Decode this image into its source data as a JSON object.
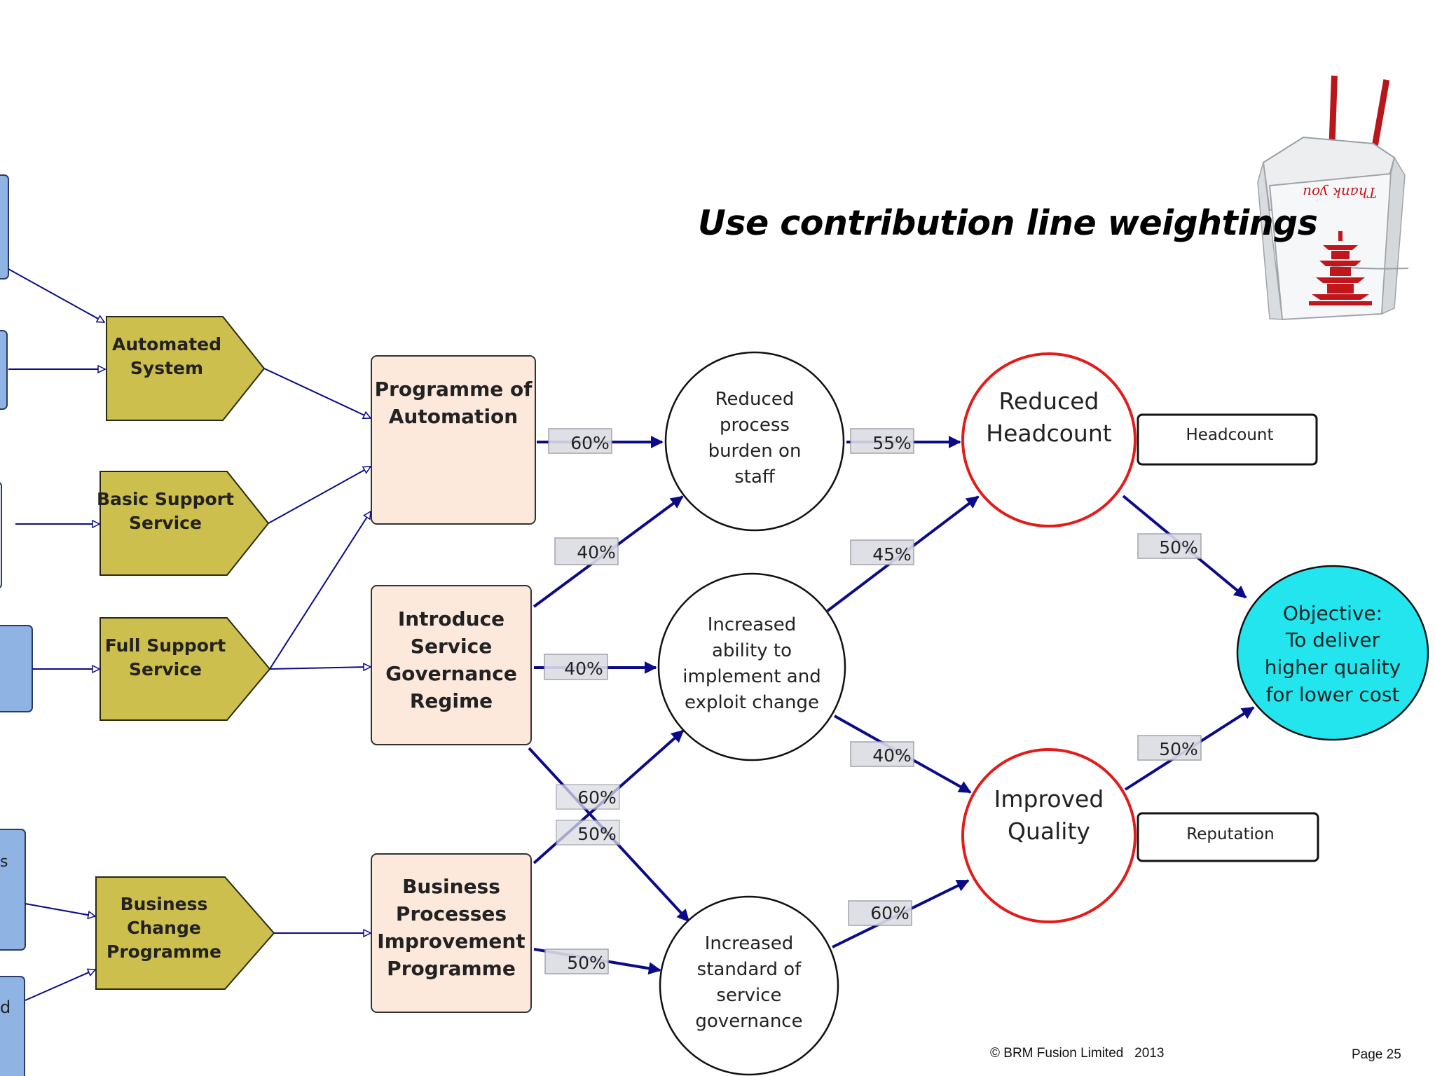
{
  "title": "Use contribution line weightings",
  "footer": {
    "copyright": "© BRM Fusion Limited   2013",
    "page": "Page 25"
  },
  "outputs": {
    "automated_system": [
      "Automated",
      "System"
    ],
    "basic_support": [
      "Basic Support",
      "Service"
    ],
    "full_support": [
      "Full Support",
      "Service"
    ],
    "business_change": [
      "Business",
      "Change",
      "Programme"
    ]
  },
  "left_fragments": {
    "s": "s",
    "d": "d"
  },
  "programmes": {
    "automation": [
      "Programme of",
      "Automation"
    ],
    "governance": [
      "Introduce",
      "Service",
      "Governance",
      "Regime"
    ],
    "business": [
      "Business",
      "Processes",
      "Improvement",
      "Programme"
    ]
  },
  "intermediate": {
    "reduced_burden": [
      "Reduced",
      "process",
      "burden on",
      "staff"
    ],
    "increased_ability": [
      "Increased",
      "ability to",
      "implement and",
      "exploit change"
    ],
    "increased_standard": [
      "Increased",
      "standard of",
      "service",
      "governance"
    ]
  },
  "benefits": {
    "reduced_headcount": [
      "Reduced",
      "Headcount"
    ],
    "improved_quality": [
      "Improved",
      "Quality"
    ]
  },
  "objective": [
    "Objective:",
    "To deliver",
    "higher quality",
    "for lower cost"
  ],
  "measures": {
    "headcount": "Headcount",
    "reputation": "Reputation"
  },
  "weightings": {
    "automation_to_burden": "60%",
    "governance_to_burden": "40%",
    "governance_to_ability": "40%",
    "business_to_ability": "60%",
    "governance_to_standard": "50%",
    "business_to_standard": "50%",
    "burden_to_headcount": "55%",
    "ability_to_headcount": "45%",
    "ability_to_quality": "40%",
    "standard_to_quality": "60%",
    "headcount_to_objective": "50%",
    "quality_to_objective": "50%"
  },
  "colors": {
    "arrow": "#0b0b8a",
    "output_fill": "#cdbf4e",
    "programme_fill": "#fce9dc",
    "enabler_fill": "#8fb3e3",
    "benefit_ring": "#e31b1b",
    "objective_fill": "#22e5ee",
    "label_box": "#dcdde4"
  },
  "image": {
    "text": "Thank you"
  }
}
